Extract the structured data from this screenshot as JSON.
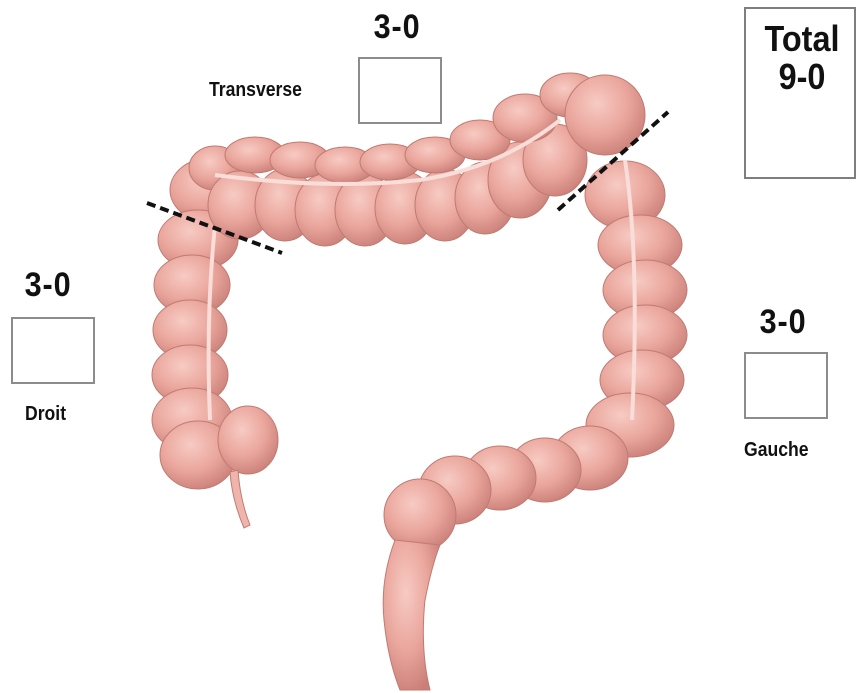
{
  "segments": {
    "transverse": {
      "label": "Transverse",
      "score": "3-0"
    },
    "droit": {
      "label": "Droit",
      "score": "3-0"
    },
    "gauche": {
      "label": "Gauche",
      "score": "3-0"
    }
  },
  "total": {
    "label": "Total",
    "score": "9-0"
  },
  "colors": {
    "colon_fill": "#e8a49b",
    "colon_shadow": "#c87d76",
    "colon_highlight": "#f6cfc8",
    "box_border": "#8c8c8c",
    "divider": "#111111"
  }
}
